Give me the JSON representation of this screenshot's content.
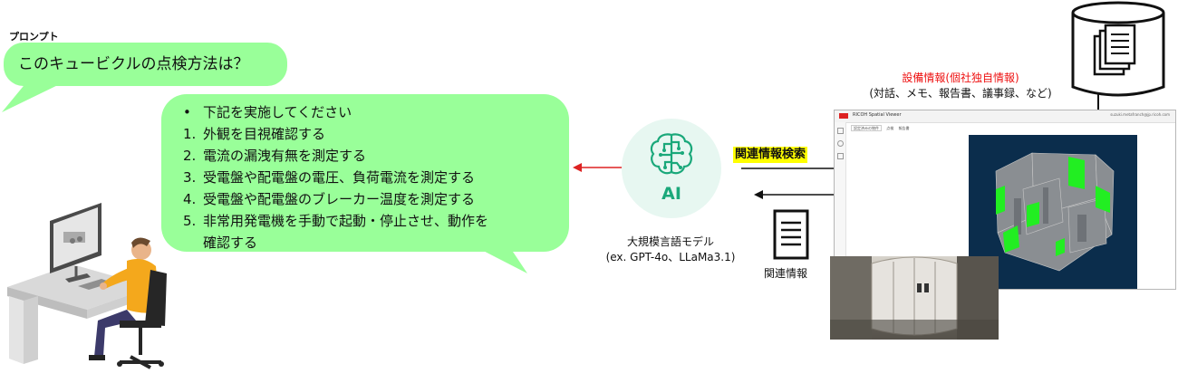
{
  "prompt": {
    "label": "プロンプト",
    "question": "このキュービクルの点検方法は？"
  },
  "answer": {
    "bullet": "•",
    "heading": "下記を実施してください",
    "items": [
      {
        "num": "1.",
        "text": "外観を目視確認する"
      },
      {
        "num": "2.",
        "text": "電流の漏洩有無を測定する"
      },
      {
        "num": "3.",
        "text": "受電盤や配電盤の電圧、負荷電流を測定する"
      },
      {
        "num": "4.",
        "text": "受電盤や配電盤のブレーカー温度を測定する"
      },
      {
        "num": "5.",
        "text": "非常用発電機を手動で起動・停止させ、動作を"
      }
    ],
    "continuation": "確認する"
  },
  "ai": {
    "label": "AI",
    "caption_line1": "大規模言語モデル",
    "caption_line2": "(ex. GPT-4o、LLaMa3.1)"
  },
  "database": {
    "title": "設備情報(個社独自情報)",
    "subtitle": "(対話、メモ、報告書、議事録、など)"
  },
  "search_label": "関連情報検索",
  "related_label": "関連情報",
  "screen": {
    "app_title": "RICOH Spatial Viewer",
    "user": "suzuki.metafranch@jp.ricoh.com",
    "tab1": "設定済みの物件",
    "tab2": "点検",
    "tab3": "報告書"
  },
  "colors": {
    "bubble": "#99ff99",
    "ai_circle": "#e7f7f1",
    "ai_icon": "#1aa87a",
    "arrow_red": "#dd2222",
    "highlight": "#ffff00",
    "viewer_bg": "#0b2d4c",
    "viewer_green": "#22ee22"
  }
}
